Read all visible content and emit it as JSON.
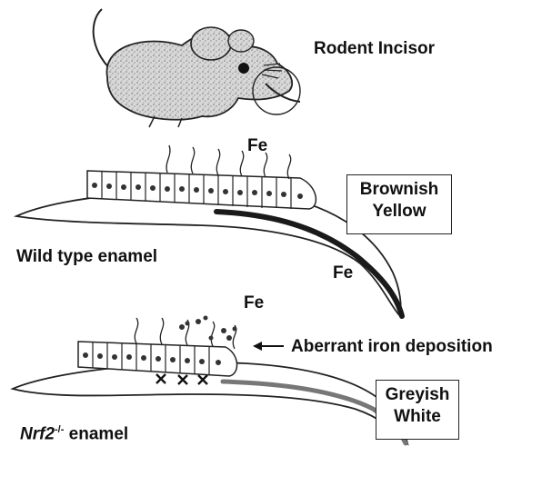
{
  "labels": {
    "rodent_incisor": "Rodent Incisor",
    "fe_top": "Fe",
    "fe_wild_tooth": "Fe",
    "fe_mutant": "Fe",
    "wild_type": "Wild type enamel",
    "nrf2_gene": "Nrf2",
    "nrf2_sup": "-/-",
    "nrf2_suffix": " enamel",
    "aberrant": "Aberrant iron deposition"
  },
  "boxes": {
    "wild": {
      "line1": "Brownish",
      "line2": "Yellow"
    },
    "mutant": {
      "line1": "Greyish",
      "line2": "White"
    }
  },
  "colors": {
    "ink": "#111111",
    "mouse_fill": "#cfcfcf",
    "enamel_wild": "#1a1a1a",
    "enamel_mutant": "#777777"
  }
}
